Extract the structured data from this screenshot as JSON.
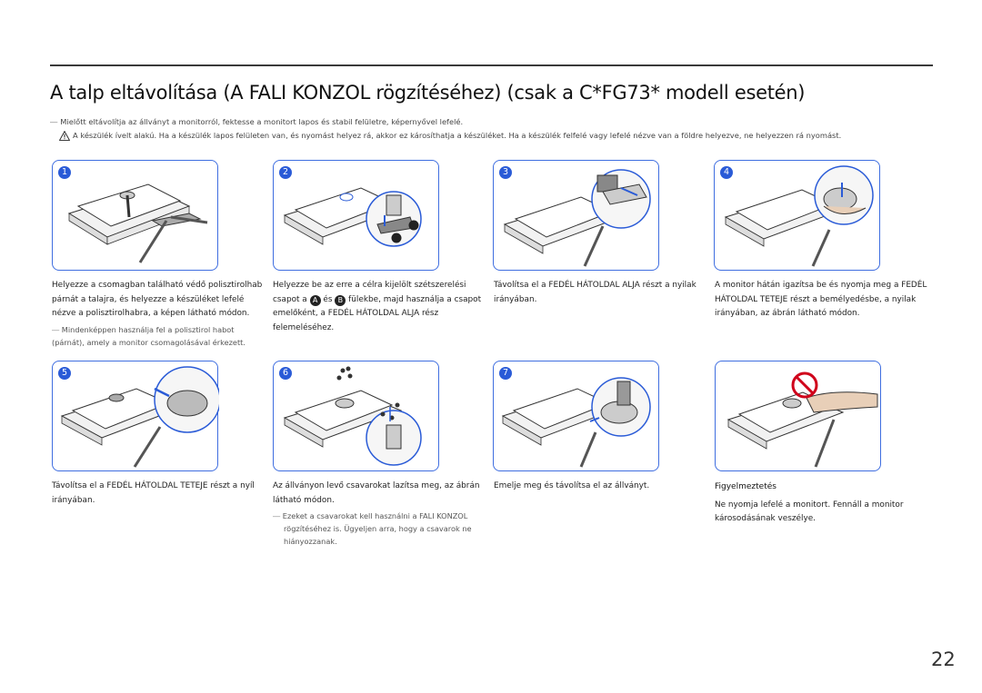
{
  "title": "A talp eltávolítása (A FALI KONZOL rögzítéséhez) (csak a C*FG73* modell esetén)",
  "note": "Mielőtt eltávolítja az állványt a monitorról, fektesse a monitort lapos és stabil felületre, képernyővel lefelé.",
  "warning": "A készülék ívelt alakú. Ha a készülék lapos felületen van, és nyomást helyez rá, akkor ez károsíthatja a készüléket. Ha a készülék felfelé vagy lefelé nézve van a földre helyezve, ne helyezzen rá nyomást.",
  "steps": [
    {
      "num": "1",
      "text": "Helyezze a csomagban található védő polisztirolhab párnát a talajra, és helyezze a készüléket lefelé nézve a polisztirolhabra, a képen látható módon.",
      "sub": "Mindenképpen használja fel a polisztirol habot (párnát), amely a monitor csomagolásával érkezett."
    },
    {
      "num": "2",
      "text_a": "Helyezze be az erre a célra kijelölt szétszerelési csapot a",
      "badge_a": "A",
      "mid": "és",
      "badge_b": "B",
      "text_b": "fülekbe, majd használja a csapot emelőként, a FEDÉL HÁTOLDAL ALJA rész felemeléséhez."
    },
    {
      "num": "3",
      "text": "Távolítsa el a FEDÉL HÁTOLDAL ALJA részt a nyilak irányában."
    },
    {
      "num": "4",
      "text": "A monitor hátán igazítsa be és nyomja meg a FEDÉL HÁTOLDAL TETEJE részt a bemélyedésbe, a nyilak irányában, az ábrán látható módon."
    },
    {
      "num": "5",
      "text": "Távolítsa el a FEDÉL HÁTOLDAL TETEJE részt a nyíl irányában."
    },
    {
      "num": "6",
      "text": "Az állványon levő csavarokat lazítsa meg, az ábrán látható módon.",
      "sub": "Ezeket a csavarokat kell használni a FALI KONZOL rögzítéséhez is. Ügyeljen arra, hogy a csavarok ne hiányozzanak."
    },
    {
      "num": "7",
      "text": "Emelje meg és távolítsa el az állványt."
    }
  ],
  "caution": {
    "heading": "Figyelmeztetés",
    "text": "Ne nyomja lefelé a monitort. Fennáll a monitor károsodásának veszélye."
  },
  "page_number": "22",
  "colors": {
    "accent": "#2a5bd7",
    "panel_border": "#3f6ee0",
    "prohibit": "#d0021b"
  }
}
